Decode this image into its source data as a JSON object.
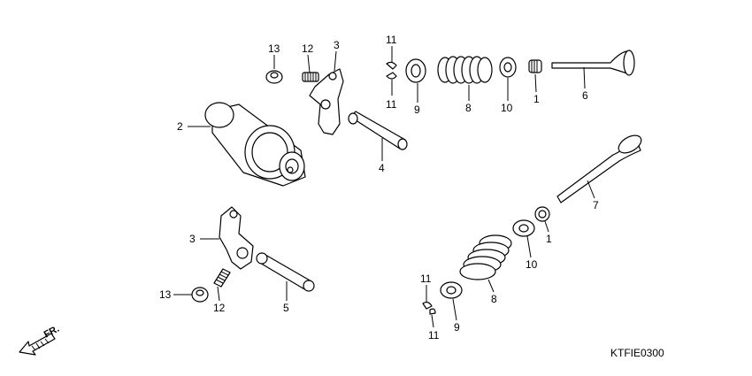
{
  "diagram_code": "KTFIE0300",
  "front_marker": "FR.",
  "callouts": {
    "c13_top": "13",
    "c12_top": "12",
    "c3_top": "3",
    "c11_a": "11",
    "c11_b": "11",
    "c9_top": "9",
    "c8_top": "8",
    "c10_top": "10",
    "c1_top": "1",
    "c6": "6",
    "c2": "2",
    "c4": "4",
    "c7": "7",
    "c1_bottom": "1",
    "c3_bottom": "3",
    "c10_bottom": "10",
    "c8_bottom": "8",
    "c13_bottom": "13",
    "c12_bottom": "12",
    "c5": "5",
    "c11_c": "11",
    "c11_d": "11",
    "c9_bottom": "9"
  }
}
